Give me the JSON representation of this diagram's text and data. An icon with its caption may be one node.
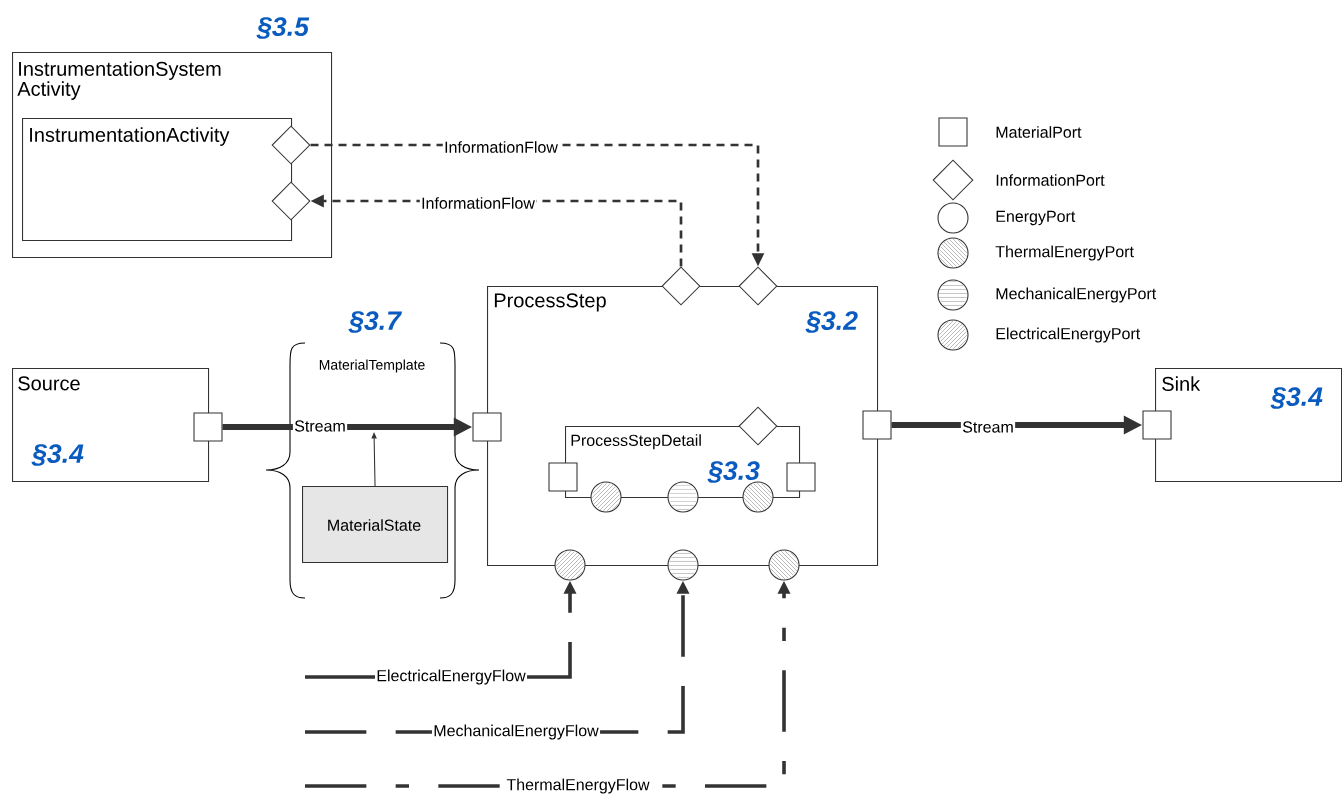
{
  "diagram": {
    "nodes": [
      {
        "text": [
          "§3.5",
          "InstrumentationSystem Activity"
        ]
      },
      {
        "text": [
          "InstrumentationActivity"
        ],
        "in": 0
      },
      {
        "text": [],
        "shape": "diamond",
        "in": 0
      },
      {
        "text": [],
        "shape": "diamond",
        "in": 0
      },
      {
        "text": [
          "ProcessStep",
          "§3.2"
        ]
      },
      {
        "text": [],
        "shape": "diamond"
      },
      {
        "text": [],
        "shape": "diamond"
      },
      {
        "text": [
          "Source",
          "§3.4"
        ]
      },
      {
        "text": [],
        "shape": "box"
      },
      {
        "text": [
          "§3.7",
          "MaterialTemplate"
        ]
      },
      {
        "text": [
          "MaterialState"
        ],
        "in": 9
      },
      {
        "text": [],
        "shape": "box"
      },
      {
        "text": [
          "ProcessStepDetail",
          "§3.3"
        ],
        "in": 4
      },
      {
        "text": [],
        "shape": "diamond",
        "in": 4
      },
      {
        "text": [],
        "shape": "box",
        "in": 4
      },
      {
        "text": [],
        "shape": "box",
        "in": 4
      },
      {
        "text": [],
        "shape": "circle",
        "in": 4
      },
      {
        "text": [],
        "shape": "circle",
        "in": 4
      },
      {
        "text": [],
        "shape": "circle",
        "in": 4
      },
      {
        "text": [],
        "shape": "box"
      },
      {
        "text": [],
        "shape": "circle"
      },
      {
        "text": [],
        "shape": "circle"
      },
      {
        "text": [],
        "shape": "circle"
      },
      {
        "text": [
          "Sink",
          "§3.4"
        ]
      },
      {
        "text": [],
        "shape": "box"
      }
    ],
    "edges": [
      {
        "from": 2,
        "to": 6,
        "arrow": "to",
        "label": "InformationFlow",
        "style": "dashed"
      },
      {
        "from": 5,
        "to": 3,
        "arrow": "to",
        "label": "InformationFlow",
        "style": "dashed"
      },
      {
        "from": 8,
        "to": 11,
        "arrow": "to",
        "label": "Stream"
      },
      {
        "from": 10,
        "to": null,
        "arrow": "to"
      },
      {
        "from": 19,
        "to": 24,
        "arrow": "to",
        "label": "Stream"
      },
      {
        "from": null,
        "to": 20,
        "arrow": "to",
        "label": "ElectricalEnergyFlow",
        "style": "dashed"
      },
      {
        "from": null,
        "to": 21,
        "arrow": "to",
        "label": "MechanicalEnergyFlow",
        "style": "dashed"
      },
      {
        "from": null,
        "to": 22,
        "arrow": "to",
        "label": "ThermalEnergyFlow",
        "style": "dashed"
      }
    ],
    "legend": [
      {
        "text": "MaterialPort"
      },
      {
        "text": "InformationPort"
      },
      {
        "text": "EnergyPort"
      },
      {
        "text": "ThermalEnergyPort"
      },
      {
        "text": "MechanicalEnergyPort"
      },
      {
        "text": "ElectricalEnergyPort"
      }
    ]
  }
}
